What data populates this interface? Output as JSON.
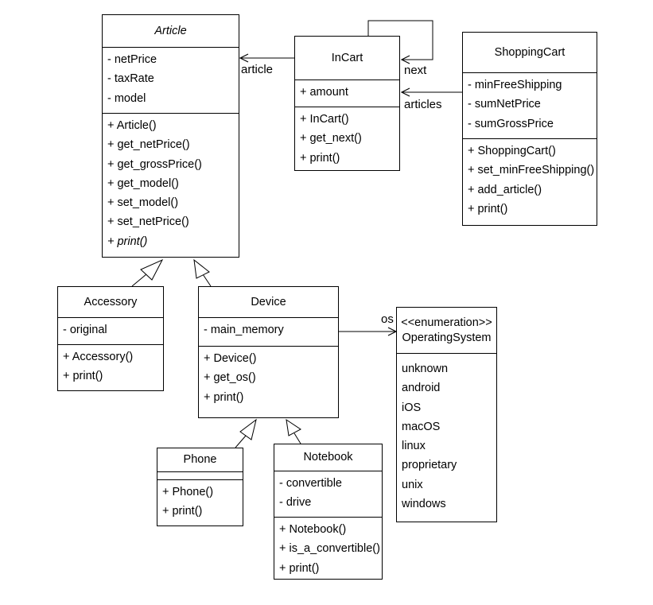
{
  "classes": {
    "article": {
      "name": "Article",
      "attributes": [
        "- netPrice",
        "- taxRate",
        "- model"
      ],
      "methods": [
        "+ Article()",
        "+ get_netPrice()",
        "+ get_grossPrice()",
        "+ get_model()",
        "+ set_model()",
        "+ set_netPrice()",
        "+ print()"
      ]
    },
    "incart": {
      "name": "InCart",
      "attributes": [
        "+ amount"
      ],
      "methods": [
        "+ InCart()",
        "+ get_next()",
        "+ print()"
      ]
    },
    "shoppingcart": {
      "name": "ShoppingCart",
      "attributes": [
        "- minFreeShipping",
        "- sumNetPrice",
        "- sumGrossPrice"
      ],
      "methods": [
        "+ ShoppingCart()",
        "+ set_minFreeShipping()",
        "+ add_article()",
        "+ print()"
      ]
    },
    "accessory": {
      "name": "Accessory",
      "attributes": [
        "- original"
      ],
      "methods": [
        "+ Accessory()",
        "+ print()"
      ]
    },
    "device": {
      "name": "Device",
      "attributes": [
        "- main_memory"
      ],
      "methods": [
        "+ Device()",
        "+ get_os()",
        "+ print()"
      ]
    },
    "operatingsystem": {
      "stereotype": "<<enumeration>>",
      "name": "OperatingSystem",
      "values": [
        "unknown",
        "android",
        "iOS",
        "macOS",
        "linux",
        "proprietary",
        "unix",
        "windows"
      ]
    },
    "phone": {
      "name": "Phone",
      "methods": [
        "+ Phone()",
        "+ print()"
      ]
    },
    "notebook": {
      "name": "Notebook",
      "attributes": [
        "- convertible",
        "- drive"
      ],
      "methods": [
        "+ Notebook()",
        "+ is_a_convertible()",
        "+ print()"
      ]
    }
  },
  "associations": {
    "article_label": "article",
    "next_label": "next",
    "articles_label": "articles",
    "os_label": "os"
  }
}
